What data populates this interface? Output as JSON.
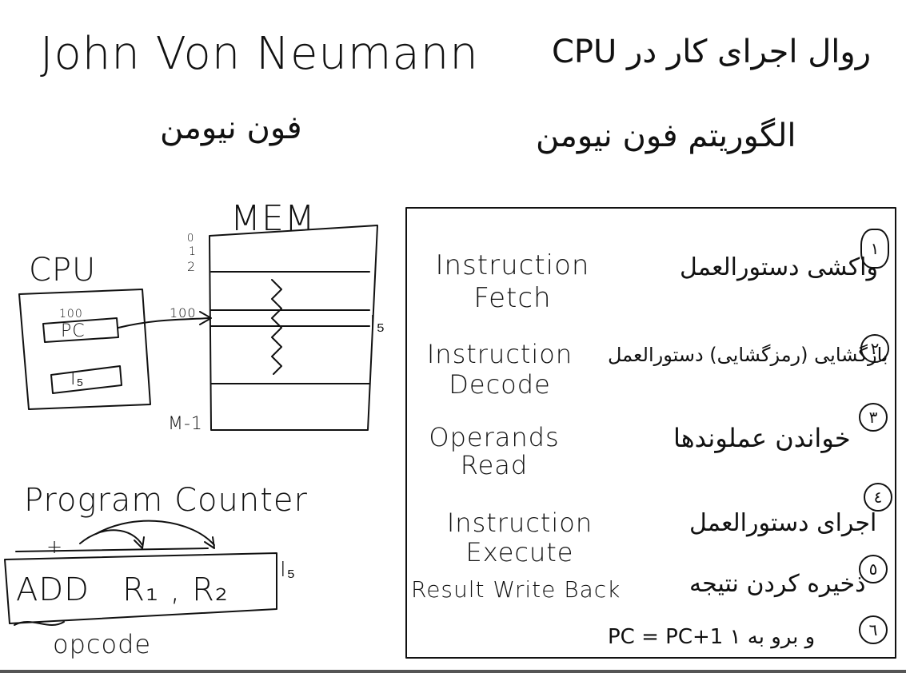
{
  "header": {
    "title_en": "John Von Neumann",
    "title_fa": "فون نیومن",
    "topic_fa": "روال اجرای کار در CPU",
    "algorithm_fa": "الگوریتم فون نیومن"
  },
  "cpu": {
    "label": "CPU",
    "pc_value": "100",
    "pc_label": "PC",
    "ir_label": "I₅"
  },
  "memory": {
    "label": "MEM",
    "addr_0": "0",
    "addr_1": "1",
    "addr_2": "2",
    "addr_100": "100",
    "addr_last": "M-1",
    "instr_label": "I₅"
  },
  "program_counter": {
    "label": "Program Counter",
    "plus": "+",
    "instruction": "ADD   R₁ , R₂",
    "instr_label": "I₅",
    "opcode_label": "opcode"
  },
  "steps": [
    {
      "num": "١",
      "en": "Instruction Fetch",
      "fa": "واکشی دستورالعمل"
    },
    {
      "num": "٢",
      "en": "Instruction Decode",
      "fa": "بازگشایی (رمزگشایی) دستورالعمل"
    },
    {
      "num": "٣",
      "en": "Operands Read",
      "fa": "خواندن عملوندها"
    },
    {
      "num": "٤",
      "en": "Instruction Execute",
      "fa": "اجرای دستورالعمل"
    },
    {
      "num": "٥",
      "en": "Result Write Back",
      "fa": "ذخیره کردن نتیجه"
    },
    {
      "num": "٦",
      "en": "",
      "fa": "PC = PC+1 و برو به ١"
    }
  ],
  "colors": {
    "ink": "#111111",
    "paper": "#ffffff"
  }
}
